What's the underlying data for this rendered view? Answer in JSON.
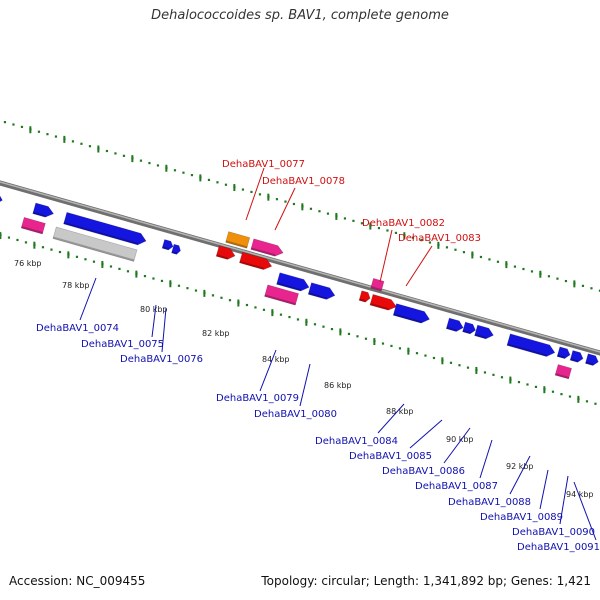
{
  "title": "Dehalococcoides sp. BAV1, complete genome",
  "footer": {
    "accession": "Accession: NC_009455",
    "topology": "Topology: circular; Length: 1,341,892 bp; Genes: 1,421"
  },
  "colors": {
    "backbone": "#8a8a8a",
    "tick": "#1f7a1f",
    "blue_gene": "#1515e0",
    "pink_gene": "#e8258f",
    "red_gene": "#e80a0a",
    "orange_gene": "#f0900a",
    "grey_gene": "#c8c8c8",
    "label_red": "#d01010",
    "label_blue": "#1010b0"
  },
  "kbp_ticks": [
    "76 kbp",
    "78 kbp",
    "80 kbp",
    "82 kbp",
    "84 kbp",
    "86 kbp",
    "88 kbp",
    "90 kbp",
    "92 kbp",
    "94 kbp"
  ],
  "gene_labels_top": [
    "DehaBAV1_0077",
    "DehaBAV1_0078",
    "DehaBAV1_0082",
    "DehaBAV1_0083"
  ],
  "gene_labels_bottom": [
    "DehaBAV1_0074",
    "DehaBAV1_0075",
    "DehaBAV1_0076",
    "DehaBAV1_0079",
    "DehaBAV1_0080",
    "DehaBAV1_0084",
    "DehaBAV1_0085",
    "DehaBAV1_0086",
    "DehaBAV1_0087",
    "DehaBAV1_0088",
    "DehaBAV1_0089",
    "DehaBAV1_0090",
    "DehaBAV1_0091"
  ]
}
